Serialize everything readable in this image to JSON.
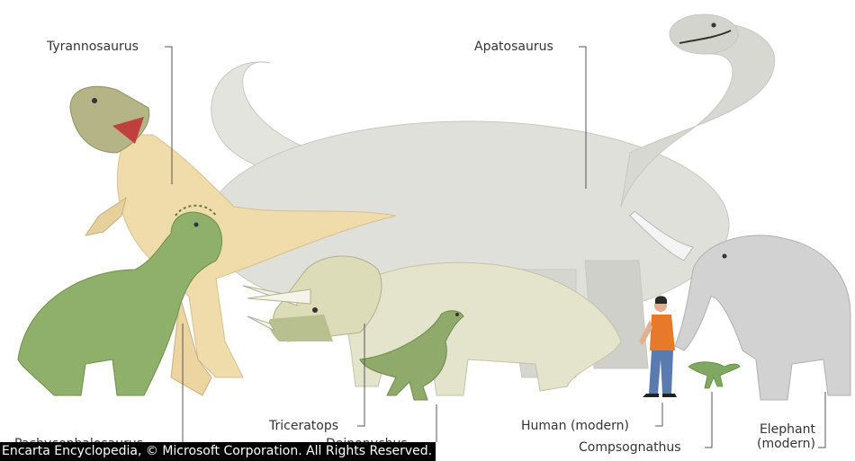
{
  "labels": {
    "tyrannosaurus": "Tyrannosaurus",
    "apatosaurus": "Apatosaurus",
    "pachycephalosaurus": "Pachycephalosaurus",
    "triceratops": "Triceratops",
    "deinonychus": "Deinonychus",
    "human": "Human (modern)",
    "compsognathus": "Compsognathus",
    "elephant_line1": "Elephant",
    "elephant_line2": "(modern)"
  },
  "credit": "Encarta Encyclopedia, © Microsoft Corporation. All Rights Reserved.",
  "colors": {
    "apatosaurus": "#dcdcd7",
    "tyrannosaurus": "#f0dcaa",
    "tyrannosaurus_head": "#b4b487",
    "pachycephalosaurus": "#8fb06a",
    "triceratops": "#e4e4cc",
    "deinonychus": "#8faa6a",
    "elephant": "#d2d2d2",
    "human_shirt": "#e8782a",
    "human_pants": "#5a7bb0",
    "leader_line": "#555555"
  }
}
